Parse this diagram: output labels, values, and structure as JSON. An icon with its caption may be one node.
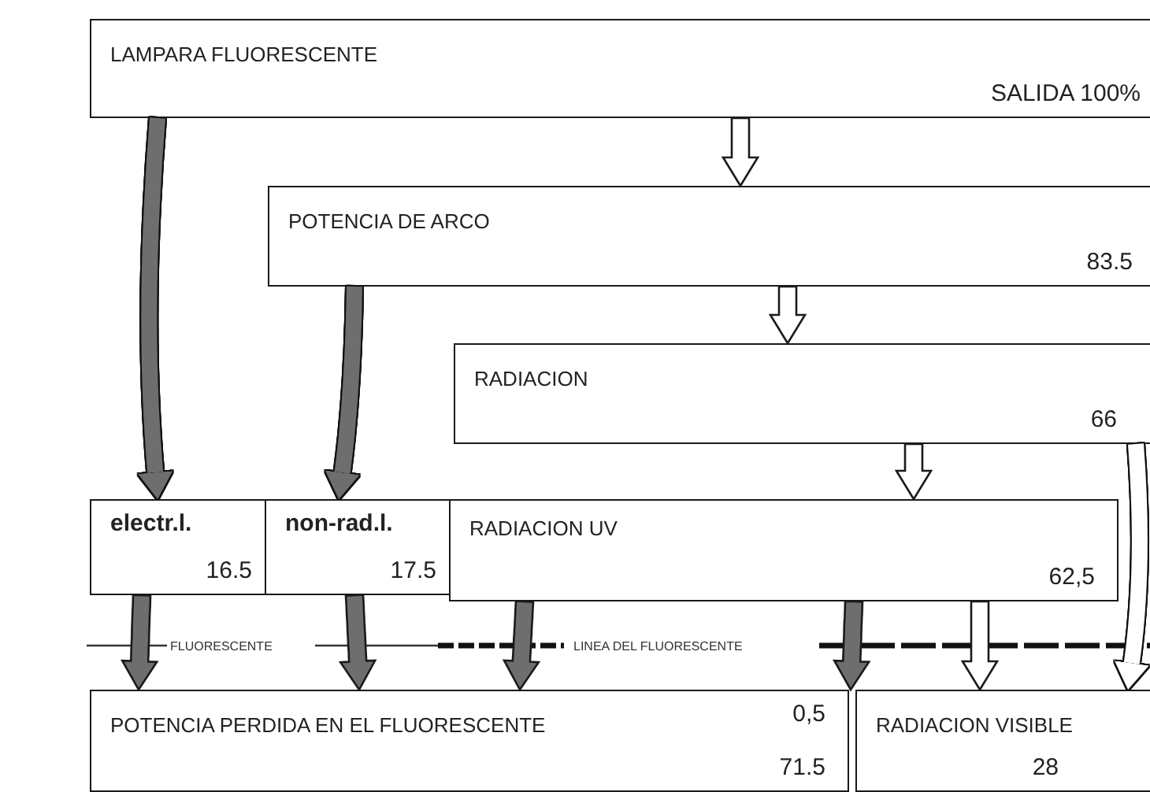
{
  "diagram": {
    "nodes": [
      {
        "text": [
          "LAMPARA FLUORESCENTE",
          "SALIDA 100%"
        ]
      },
      {
        "text": [
          "POTENCIA DE ARCO",
          "83.5"
        ]
      },
      {
        "text": [
          "RADIACION",
          "66"
        ]
      },
      {
        "text": [
          "electr.l.",
          "16.5"
        ]
      },
      {
        "text": [
          "non-rad.l.",
          "17.5"
        ]
      },
      {
        "text": [
          "RADIACION UV",
          "62,5"
        ]
      },
      {
        "text": [
          "POTENCIA PERDIDA EN EL FLUORESCENTE",
          "0,5",
          "71.5"
        ]
      },
      {
        "text": [
          "RADIACION VISIBLE",
          "28"
        ]
      }
    ],
    "edges": [
      {
        "from": 0,
        "to": 1,
        "arrow": "to",
        "color": "#ffffff"
      },
      {
        "from": 1,
        "to": 2,
        "arrow": "to",
        "color": "#ffffff"
      },
      {
        "from": 2,
        "to": 5,
        "arrow": "to",
        "color": "#ffffff"
      },
      {
        "from": 0,
        "to": 3,
        "arrow": "to",
        "color": "#6e6e6e"
      },
      {
        "from": 1,
        "to": 4,
        "arrow": "to",
        "color": "#6e6e6e"
      },
      {
        "from": 3,
        "to": 6,
        "arrow": "to",
        "color": "#6e6e6e"
      },
      {
        "from": 4,
        "to": 6,
        "arrow": "to",
        "color": "#6e6e6e"
      },
      {
        "from": 5,
        "to": 6,
        "arrow": "to",
        "color": "#6e6e6e"
      },
      {
        "from": 5,
        "to": 6,
        "arrow": "to",
        "color": "#6e6e6e"
      },
      {
        "from": 5,
        "to": 7,
        "arrow": "to",
        "color": "#ffffff"
      },
      {
        "from": 2,
        "to": 7,
        "arrow": "to",
        "color": "#ffffff"
      }
    ],
    "labels": [
      "FLUORESCENTE",
      "LINEA DEL FLUORESCENTE"
    ]
  }
}
